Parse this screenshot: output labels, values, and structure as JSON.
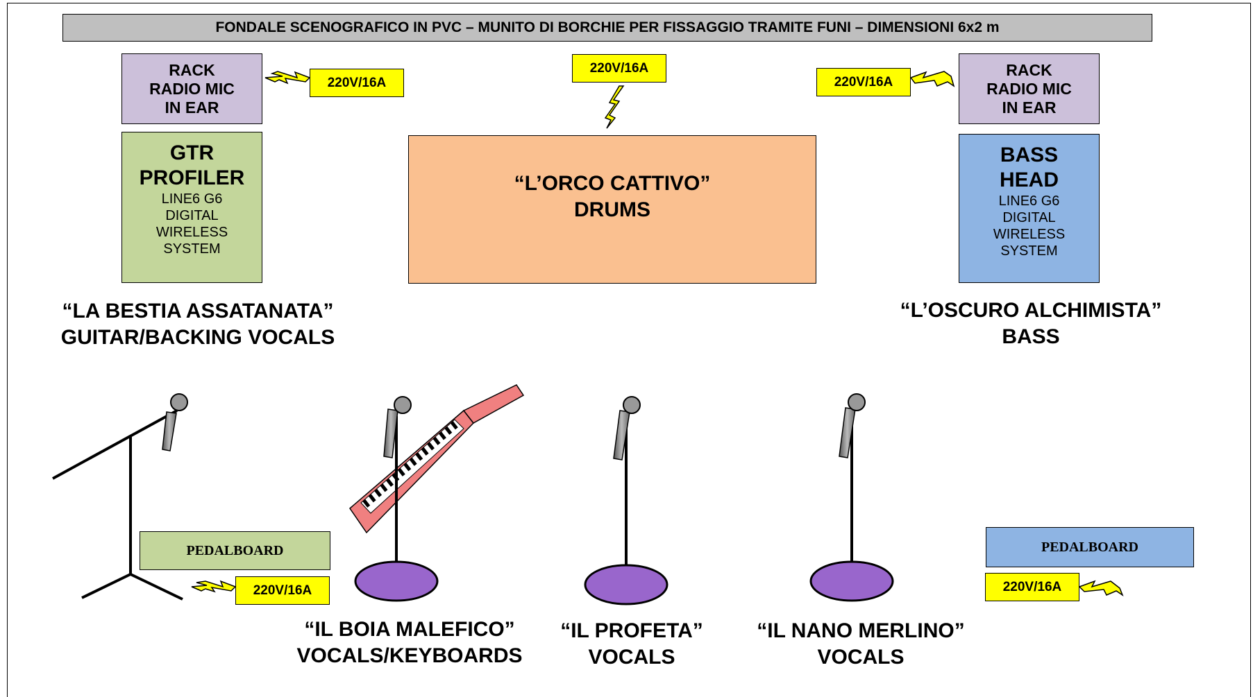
{
  "header": {
    "title": "FONDALE SCENOGRAFICO IN PVC – MUNITO DI BORCHIE PER FISSAGGIO TRAMITE FUNI – DIMENSIONI 6x2 m"
  },
  "power_label": "220V/16A",
  "rack_left": {
    "line1": "RACK",
    "line2": "RADIO MIC",
    "line3": "IN EAR"
  },
  "rack_right": {
    "line1": "RACK",
    "line2": "RADIO MIC",
    "line3": "IN EAR"
  },
  "gtr_box": {
    "title1": "GTR",
    "title2": "PROFILER",
    "sub1": "LINE6 G6",
    "sub2": "DIGITAL",
    "sub3": "WIRELESS",
    "sub4": "SYSTEM",
    "color": "#c3d69b"
  },
  "bass_box": {
    "title1": "BASS",
    "title2": "HEAD",
    "sub1": "LINE6 G6",
    "sub2": "DIGITAL",
    "sub3": "WIRELESS",
    "sub4": "SYSTEM",
    "color": "#8eb4e3"
  },
  "drums_box": {
    "line1": "“L’ORCO CATTIVO”",
    "line2": "DRUMS",
    "color": "#fac090"
  },
  "pedalboard_left": {
    "label": "PEDALBOARD"
  },
  "pedalboard_right": {
    "label": "PEDALBOARD"
  },
  "musicians": {
    "guitar": {
      "name": "“LA BESTIA ASSATANATA”",
      "role": "GUITAR/BACKING VOCALS"
    },
    "bass": {
      "name": "“L’OSCURO ALCHIMISTA”",
      "role": "BASS"
    },
    "keys": {
      "name": "“IL BOIA MALEFICO”",
      "role": "VOCALS/KEYBOARDS"
    },
    "profeta": {
      "name": "“IL PROFETA”",
      "role": "VOCALS"
    },
    "merlino": {
      "name": "“IL NANO MERLINO”",
      "role": "VOCALS"
    }
  },
  "colors": {
    "rack": "#ccc0da",
    "power": "#ffff00",
    "mic_base": "#9966cc",
    "keytar": "#f08080",
    "header": "#bfbfbf"
  }
}
